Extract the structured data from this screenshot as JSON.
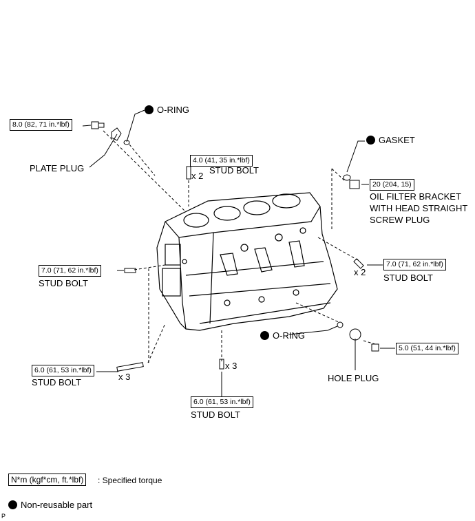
{
  "labels": {
    "oring_top": "O-RING",
    "gasket": "GASKET",
    "plate_plug": "PLATE PLUG",
    "stud_bolt_top": "STUD BOLT",
    "x2_top": "x 2",
    "oil_filter_1": "OIL FILTER BRACKET",
    "oil_filter_2": "WITH HEAD STRAIGHT",
    "oil_filter_3": "SCREW PLUG",
    "stud_bolt_left": "STUD BOLT",
    "stud_bolt_right": "STUD BOLT",
    "x2_right": "x 2",
    "oring_bottom": "O-RING",
    "x3_left": "x 3",
    "stud_bolt_lower_left": "STUD BOLT",
    "x3_bottom": "x 3",
    "stud_bolt_bottom": "STUD BOLT",
    "hole_plug": "HOLE PLUG"
  },
  "torques": {
    "plate_plug": "8.0 (82, 71 in.*lbf)",
    "stud_top": "4.0 (41, 35 in.*lbf)",
    "oil_filter": "20 (204, 15)",
    "stud_left": "7.0 (71, 62 in.*lbf)",
    "stud_right": "7.0 (71, 62 in.*lbf)",
    "stud_lower_left": "6.0 (61, 53 in.*lbf)",
    "stud_bottom": "6.0 (61, 53 in.*lbf)",
    "hole_plug": "5.0 (51, 44 in.*lbf)"
  },
  "legend": {
    "torque_unit": "N*m (kgf*cm, ft.*lbf)",
    "torque_desc": ": Specified torque",
    "non_reusable": "Non-reusable part"
  },
  "corner_mark": "P"
}
